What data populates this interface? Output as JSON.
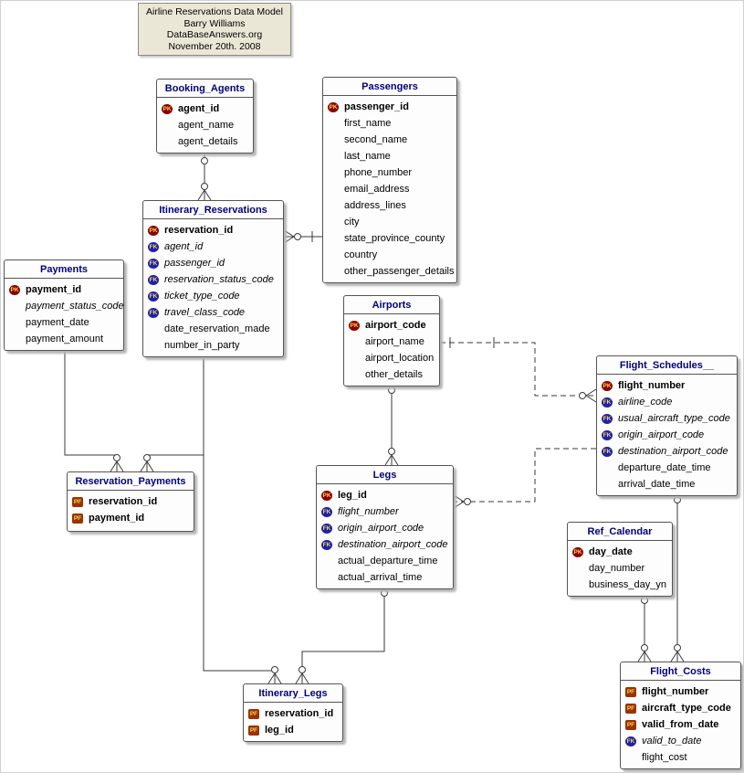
{
  "note": {
    "lines": [
      "Airline Reservations Data Model",
      "Barry Williams",
      "DataBaseAnswers.org",
      "November 20th. 2008"
    ]
  },
  "colors": {
    "entity_title": "#000080",
    "pk_badge": "#8b0000",
    "fk_badge": "#1e22aa",
    "pf_badge": "#993300",
    "note_background": "#ebe7d6"
  },
  "entities": {
    "booking_agents": {
      "title": "Booking_Agents",
      "attributes": [
        {
          "key": "PK",
          "name": "agent_id"
        },
        {
          "key": "",
          "name": "agent_name"
        },
        {
          "key": "",
          "name": "agent_details"
        }
      ]
    },
    "passengers": {
      "title": "Passengers",
      "attributes": [
        {
          "key": "PK",
          "name": "passenger_id"
        },
        {
          "key": "",
          "name": "first_name"
        },
        {
          "key": "",
          "name": "second_name"
        },
        {
          "key": "",
          "name": "last_name"
        },
        {
          "key": "",
          "name": "phone_number"
        },
        {
          "key": "",
          "name": "email_address"
        },
        {
          "key": "",
          "name": "address_lines"
        },
        {
          "key": "",
          "name": "city"
        },
        {
          "key": "",
          "name": "state_province_county"
        },
        {
          "key": "",
          "name": "country"
        },
        {
          "key": "",
          "name": "other_passenger_details"
        }
      ]
    },
    "itinerary_reservations": {
      "title": "Itinerary_Reservations",
      "attributes": [
        {
          "key": "PK",
          "name": "reservation_id"
        },
        {
          "key": "FK",
          "name": "agent_id"
        },
        {
          "key": "FK",
          "name": "passenger_id"
        },
        {
          "key": "FK",
          "name": "reservation_status_code"
        },
        {
          "key": "FK",
          "name": "ticket_type_code"
        },
        {
          "key": "FK",
          "name": "travel_class_code"
        },
        {
          "key": "",
          "name": "date_reservation_made"
        },
        {
          "key": "",
          "name": "number_in_party"
        }
      ]
    },
    "payments": {
      "title": "Payments",
      "attributes": [
        {
          "key": "PK",
          "name": "payment_id"
        },
        {
          "key": "",
          "name": "payment_status_code"
        },
        {
          "key": "",
          "name": "payment_date"
        },
        {
          "key": "",
          "name": "payment_amount"
        }
      ]
    },
    "airports": {
      "title": "Airports",
      "attributes": [
        {
          "key": "PK",
          "name": "airport_code"
        },
        {
          "key": "",
          "name": "airport_name"
        },
        {
          "key": "",
          "name": "airport_location"
        },
        {
          "key": "",
          "name": "other_details"
        }
      ]
    },
    "flight_schedules": {
      "title": "Flight_Schedules__",
      "attributes": [
        {
          "key": "PK",
          "name": "flight_number"
        },
        {
          "key": "FK",
          "name": "airline_code"
        },
        {
          "key": "FK",
          "name": "usual_aircraft_type_code"
        },
        {
          "key": "FK",
          "name": "origin_airport_code"
        },
        {
          "key": "FK",
          "name": "destination_airport_code"
        },
        {
          "key": "",
          "name": "departure_date_time"
        },
        {
          "key": "",
          "name": "arrival_date_time"
        }
      ]
    },
    "legs": {
      "title": "Legs",
      "attributes": [
        {
          "key": "PK",
          "name": "leg_id"
        },
        {
          "key": "FK",
          "name": "flight_number"
        },
        {
          "key": "FK",
          "name": "origin_airport_code"
        },
        {
          "key": "FK",
          "name": "destination_airport_code"
        },
        {
          "key": "",
          "name": "actual_departure_time"
        },
        {
          "key": "",
          "name": "actual_arrival_time"
        }
      ]
    },
    "reservation_payments": {
      "title": "Reservation_Payments",
      "attributes": [
        {
          "key": "PF",
          "name": "reservation_id"
        },
        {
          "key": "PF",
          "name": "payment_id"
        }
      ]
    },
    "ref_calendar": {
      "title": "Ref_Calendar",
      "attributes": [
        {
          "key": "PK",
          "name": "day_date"
        },
        {
          "key": "",
          "name": "day_number"
        },
        {
          "key": "",
          "name": "business_day_yn"
        }
      ]
    },
    "itinerary_legs": {
      "title": "Itinerary_Legs",
      "attributes": [
        {
          "key": "PF",
          "name": "reservation_id"
        },
        {
          "key": "PF",
          "name": "leg_id"
        }
      ]
    },
    "flight_costs": {
      "title": "Flight_Costs",
      "attributes": [
        {
          "key": "PF",
          "name": "flight_number"
        },
        {
          "key": "PF",
          "name": "aircraft_type_code"
        },
        {
          "key": "PF",
          "name": "valid_from_date"
        },
        {
          "key": "FK",
          "name": "valid_to_date"
        },
        {
          "key": "",
          "name": "flight_cost"
        }
      ]
    }
  },
  "relationships": [
    {
      "from": "Booking_Agents",
      "to": "Itinerary_Reservations",
      "style": "solid",
      "cardinality": "one-to-many"
    },
    {
      "from": "Passengers",
      "to": "Itinerary_Reservations",
      "style": "solid",
      "cardinality": "one-to-many"
    },
    {
      "from": "Itinerary_Reservations",
      "to": "Reservation_Payments",
      "style": "solid",
      "cardinality": "one-to-many"
    },
    {
      "from": "Payments",
      "to": "Reservation_Payments",
      "style": "solid",
      "cardinality": "one-to-many"
    },
    {
      "from": "Itinerary_Reservations",
      "to": "Itinerary_Legs",
      "style": "solid",
      "cardinality": "one-to-many"
    },
    {
      "from": "Legs",
      "to": "Itinerary_Legs",
      "style": "solid",
      "cardinality": "one-to-many"
    },
    {
      "from": "Airports",
      "to": "Legs",
      "style": "solid",
      "cardinality": "one-to-many"
    },
    {
      "from": "Airports",
      "to": "Flight_Schedules__",
      "style": "dashed",
      "cardinality": "one-to-many"
    },
    {
      "from": "Flight_Schedules__",
      "to": "Legs",
      "style": "dashed",
      "cardinality": "one-to-many"
    },
    {
      "from": "Ref_Calendar",
      "to": "Flight_Costs",
      "style": "solid",
      "cardinality": "one-to-many"
    },
    {
      "from": "Flight_Schedules__",
      "to": "Flight_Costs",
      "style": "solid",
      "cardinality": "one-to-many"
    }
  ]
}
